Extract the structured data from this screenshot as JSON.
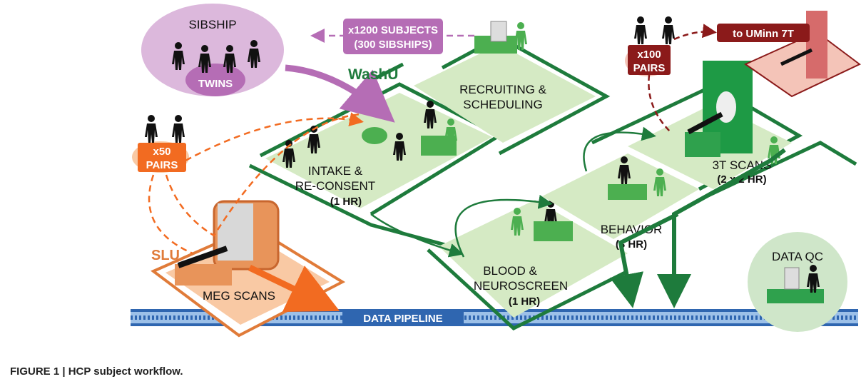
{
  "colors": {
    "green": "#1e7b3c",
    "light_green": "#d5eac4",
    "mid_green": "#4caf50",
    "purple": "#b56db5",
    "light_purple": "#dcb8dc",
    "orange": "#f26b21",
    "light_orange": "#f9c9a4",
    "dark_red": "#8b1a1a",
    "pink": "#f4c4b8",
    "blue": "#2f66b0"
  },
  "sibship": {
    "title": "SIBSHIP",
    "twins": "TWINS"
  },
  "subjects": {
    "line1": "x1200 SUBJECTS",
    "line2": "(300 SIBSHIPS)"
  },
  "washu": "WashU",
  "slu": "SLU",
  "pairs50": {
    "line1": "x50",
    "line2": "PAIRS"
  },
  "pairs100": {
    "line1": "x100",
    "line2": "PAIRS"
  },
  "uminn": "to UMinn 7T",
  "stations": {
    "recruiting": {
      "line1": "RECRUITING &",
      "line2": "SCHEDULING"
    },
    "intake": {
      "line1": "INTAKE &",
      "line2": "RE-CONSENT",
      "duration": "(1 HR)"
    },
    "blood": {
      "line1": "BLOOD &",
      "line2": "NEUROSCREEN",
      "duration": "(1 HR)"
    },
    "behavior": {
      "line1": "BEHAVIOR",
      "duration": "(3 HR)"
    },
    "scans3t": {
      "line1": "3T SCANS",
      "duration": "(2 x 2 HR)"
    },
    "meg": {
      "line1": "MEG SCANS"
    },
    "dataqc": {
      "line1": "DATA QC"
    }
  },
  "pipeline": "DATA PIPELINE",
  "caption": "FIGURE 1 | HCP subject workflow."
}
